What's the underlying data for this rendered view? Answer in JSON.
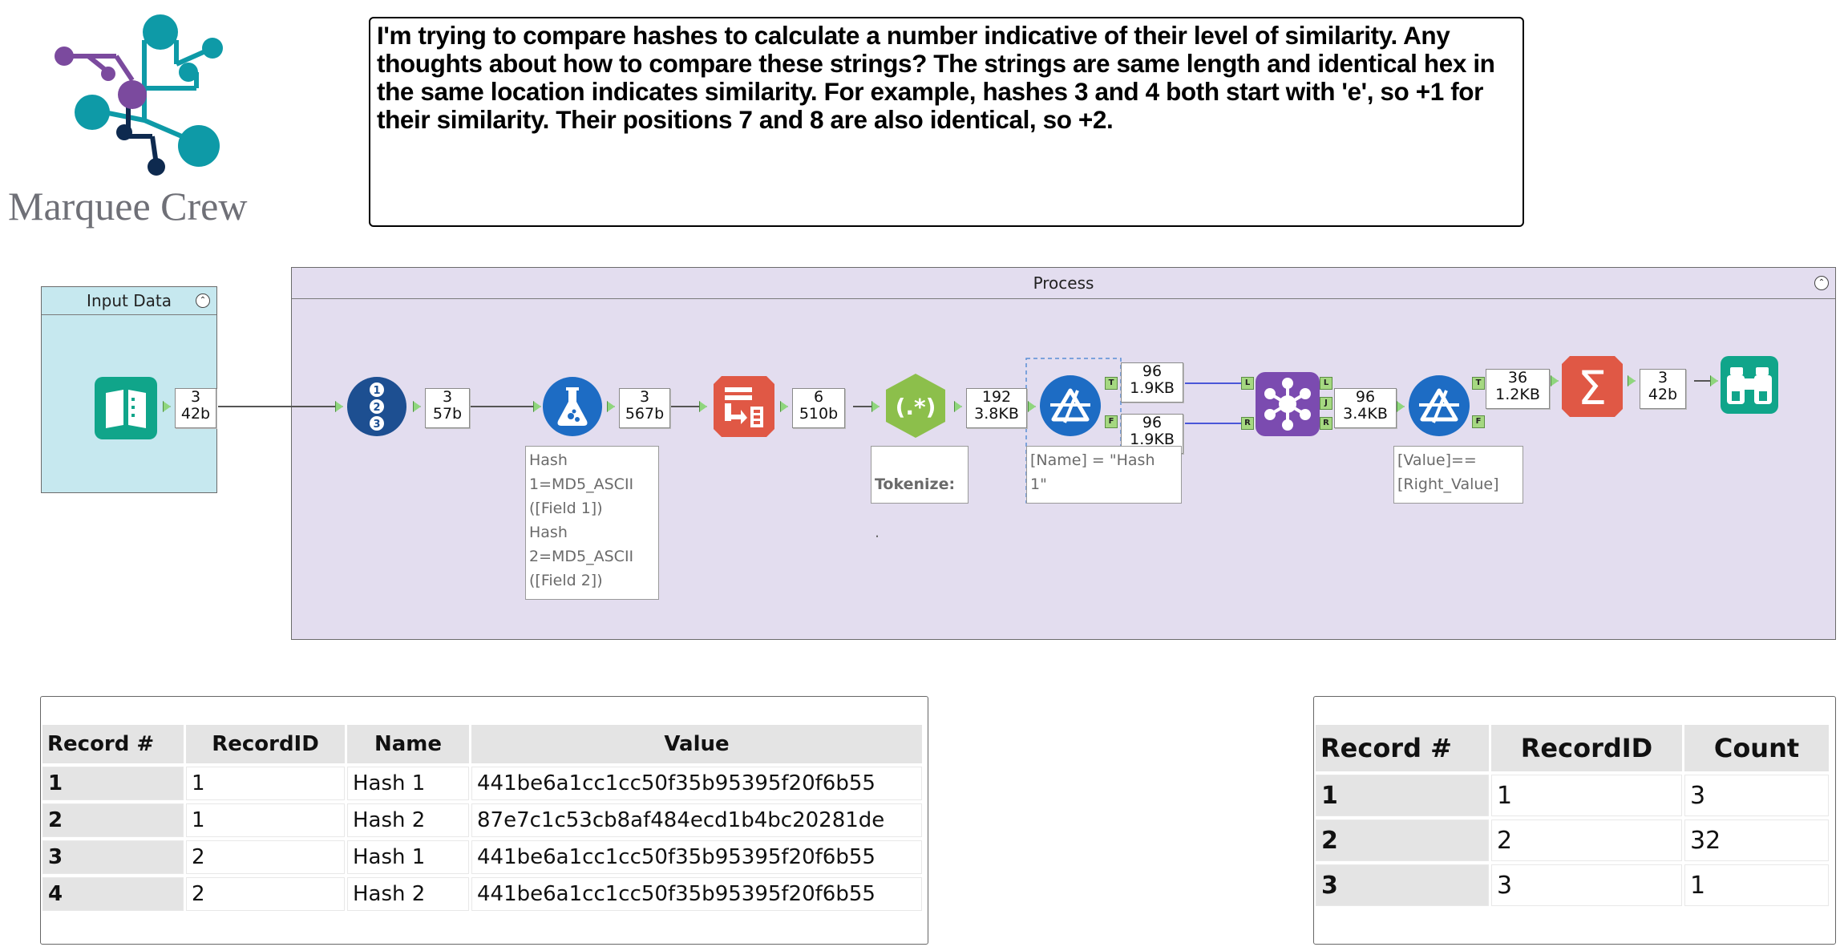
{
  "logo": {
    "text": "Marquee Crew",
    "purple": "#7b4a9e",
    "teal": "#0e9aa7",
    "navy": "#0e2a4f"
  },
  "question": "I'm trying to compare hashes to calculate a number indicative of their level of similarity. Any thoughts about how to compare these strings? The strings are same length and identical hex in the same location indicates similarity. For example, hashes 3 and 4 both start with 'e', so +1 for their similarity. Their positions 7 and 8 are also identical, so +2.",
  "containers": {
    "input": {
      "title": "Input Data",
      "color": "#c6e8ef"
    },
    "process": {
      "title": "Process",
      "color": "#e3ddef"
    }
  },
  "tools": {
    "input": {
      "icon": "book-icon",
      "stat_count": "3",
      "stat_size": "42b"
    },
    "record_id": {
      "icon": "record-id-icon",
      "stat_count": "3",
      "stat_size": "57b"
    },
    "formula": {
      "icon": "flask-icon",
      "stat_count": "3",
      "stat_size": "567b",
      "annotation": "Hash\n1=MD5_ASCII\n([Field 1])\nHash\n2=MD5_ASCII\n([Field 2])"
    },
    "transpose": {
      "icon": "transpose-icon",
      "stat_count": "6",
      "stat_size": "510b"
    },
    "regex": {
      "icon": "regex-icon",
      "glyph": "(.*)",
      "stat_count": "192",
      "stat_size": "3.8KB",
      "annotation_label": "Tokenize:",
      "annotation_value": "."
    },
    "filter1": {
      "icon": "filter-icon",
      "true_count": "96",
      "true_size": "1.9KB",
      "false_count": "96",
      "false_size": "1.9KB",
      "annotation": "[Name] = \"Hash\n1\""
    },
    "join": {
      "icon": "join-icon",
      "stat_count": "96",
      "stat_size": "3.4KB"
    },
    "filter2": {
      "icon": "filter-icon",
      "stat_count": "36",
      "stat_size": "1.2KB",
      "annotation": "[Value]==\n[Right_Value]"
    },
    "summarize": {
      "icon": "sigma-icon",
      "glyph": "Σ",
      "stat_count": "3",
      "stat_size": "42b"
    },
    "browse": {
      "icon": "binoculars-icon"
    }
  },
  "anchors": {
    "true": "T",
    "false": "F",
    "left": "L",
    "join": "J",
    "right": "R"
  },
  "table1": {
    "headers": [
      "Record #",
      "RecordID",
      "Name",
      "Value"
    ],
    "rows": [
      [
        "1",
        "1",
        "Hash 1",
        "441be6a1cc1cc50f35b95395f20f6b55"
      ],
      [
        "2",
        "1",
        "Hash 2",
        "87e7c1c53cb8af484ecd1b4bc20281de"
      ],
      [
        "3",
        "2",
        "Hash 1",
        "441be6a1cc1cc50f35b95395f20f6b55"
      ],
      [
        "4",
        "2",
        "Hash 2",
        "441be6a1cc1cc50f35b95395f20f6b55"
      ]
    ]
  },
  "table2": {
    "headers": [
      "Record #",
      "RecordID",
      "Count"
    ],
    "rows": [
      [
        "1",
        "1",
        "3"
      ],
      [
        "2",
        "2",
        "32"
      ],
      [
        "3",
        "3",
        "1"
      ]
    ]
  }
}
